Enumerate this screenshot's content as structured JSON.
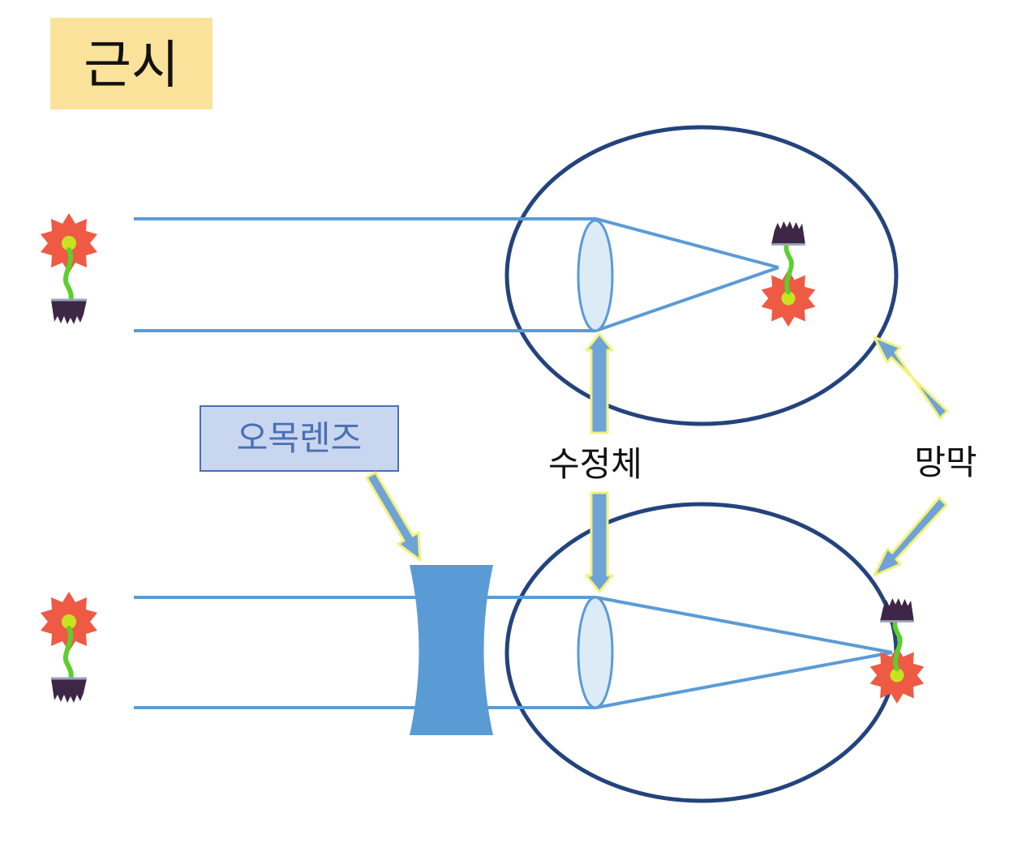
{
  "title": "근시",
  "labels": {
    "concave_lens": "오목렌즈",
    "crystalline_lens": "수정체",
    "retina": "망막"
  },
  "colors": {
    "title_bg": "#FBE29A",
    "eye_outline": "#23437D",
    "ray": "#5B9BD5",
    "lens_fill": "#DDEBF7",
    "concave_lens_fill": "#5B9BD5",
    "label_box_fill": "#C9D6F0",
    "label_box_border": "#4A70B5",
    "label_box_text": "#4A6FB5",
    "pointer_arrow_fill": "#6FA2D6",
    "pointer_arrow_outline": "#F2F27A",
    "petal": "#EE5A44",
    "flower_center": "#C7E31F",
    "stem": "#5AD02A",
    "pot": "#3E2746"
  },
  "icons": [
    "flower-icon",
    "flower-icon",
    "inverted-flower-icon",
    "inverted-flower-icon"
  ]
}
